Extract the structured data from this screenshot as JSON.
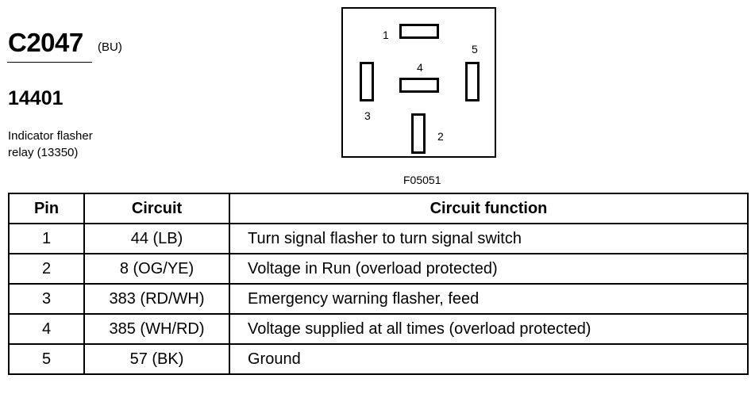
{
  "connector": {
    "id": "C2047",
    "color_code": "(BU)",
    "part_number": "14401",
    "description_lines": [
      "Indicator flasher",
      "relay (13350)"
    ]
  },
  "diagram": {
    "figure_id": "F05051",
    "pins": [
      "1",
      "2",
      "3",
      "4",
      "5"
    ]
  },
  "table": {
    "headers": [
      "Pin",
      "Circuit",
      "Circuit function"
    ],
    "rows": [
      {
        "pin": "1",
        "circuit": "44 (LB)",
        "function": "Turn signal flasher to turn signal switch"
      },
      {
        "pin": "2",
        "circuit": "8 (OG/YE)",
        "function": "Voltage in Run (overload protected)"
      },
      {
        "pin": "3",
        "circuit": "383 (RD/WH)",
        "function": "Emergency warning flasher, feed"
      },
      {
        "pin": "4",
        "circuit": "385 (WH/RD)",
        "function": "Voltage supplied at all times (overload protected)"
      },
      {
        "pin": "5",
        "circuit": "57 (BK)",
        "function": "Ground"
      }
    ]
  }
}
